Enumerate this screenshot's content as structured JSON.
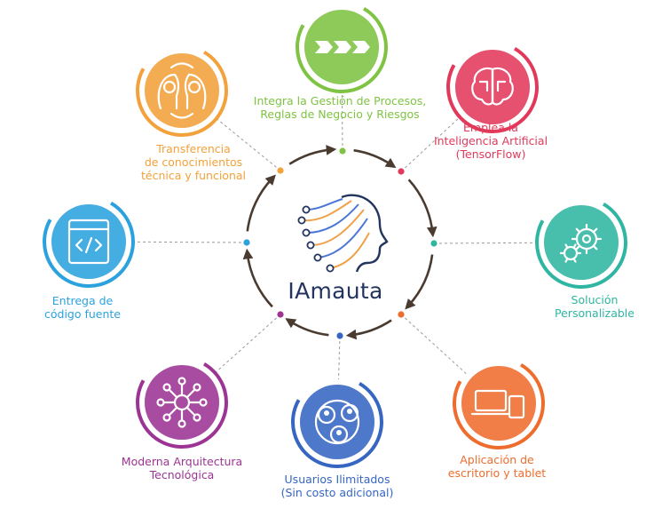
{
  "brand": {
    "name": "IAmauta",
    "colors": {
      "logo_blue": "#4b76d6",
      "logo_orange": "#f0a14a",
      "logo_dark": "#23355f",
      "ring": "#4a3b30"
    }
  },
  "features": [
    {
      "id": "integra",
      "icon": "arrow-chevrons-icon",
      "color": "#7fc342",
      "lines": [
        "Integra la Gestión de Procesos,",
        "Reglas de Negocio y Riesgos"
      ]
    },
    {
      "id": "ia",
      "icon": "brain-circuit-icon",
      "color": "#e2395a",
      "lines": [
        "Emplea la",
        "Inteligencia Artificial",
        "(TensorFlow)"
      ]
    },
    {
      "id": "solucion",
      "icon": "gears-icon",
      "color": "#2fb6a2",
      "lines": [
        "Solución",
        "Personalizable"
      ]
    },
    {
      "id": "aplicacion",
      "icon": "laptop-tablet-icon",
      "color": "#ee6d2d",
      "lines": [
        "Aplicación de",
        "escritorio y tablet"
      ]
    },
    {
      "id": "usuarios",
      "icon": "users-network-icon",
      "color": "#3666c2",
      "lines": [
        "Usuarios Ilimitados",
        "(Sin costo adicional)"
      ]
    },
    {
      "id": "arquitectura",
      "icon": "hub-network-icon",
      "color": "#9c3495",
      "lines": [
        "Moderna Arquitectura",
        "Tecnológica"
      ]
    },
    {
      "id": "codigo",
      "icon": "code-window-icon",
      "color": "#2ba2de",
      "lines": [
        "Entrega de",
        "código fuente"
      ]
    },
    {
      "id": "transferencia",
      "icon": "knowledge-exchange-icon",
      "color": "#f3a13b",
      "lines": [
        "Transferencia",
        "de conocimientos",
        "técnica y funcional"
      ]
    }
  ]
}
